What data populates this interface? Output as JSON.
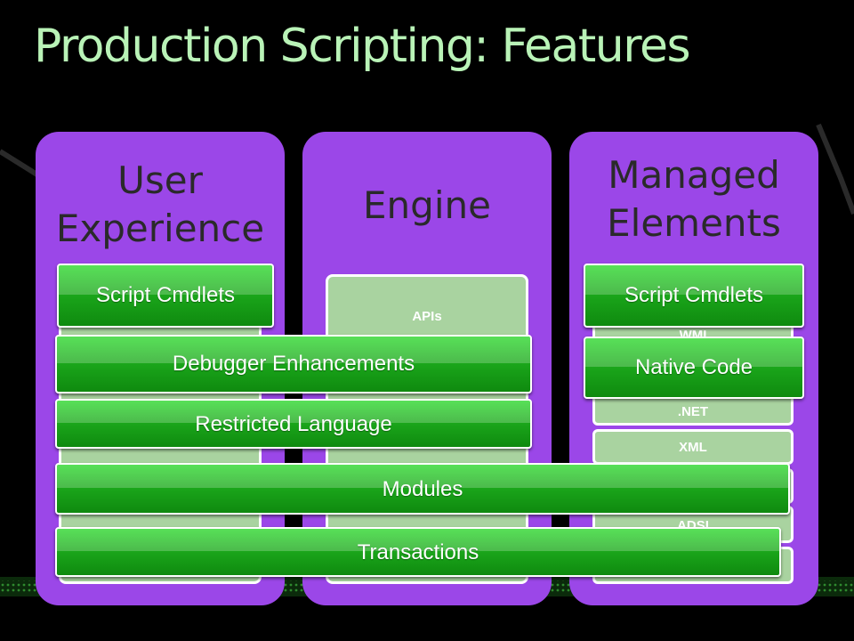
{
  "slide": {
    "title": "Production Scripting: Features"
  },
  "columns": [
    {
      "header_line1": "User",
      "header_line2": "Experience",
      "stack_items": []
    },
    {
      "header": "Engine",
      "stack_items": [
        "APIs"
      ]
    },
    {
      "header_line1": "Managed",
      "header_line2": "Elements",
      "stack_items": [
        "WMI",
        ".NET",
        "XML",
        "ADSI"
      ]
    }
  ],
  "features": {
    "script_cmdlets_left": "Script Cmdlets",
    "script_cmdlets_right": "Script Cmdlets",
    "debugger": "Debugger Enhancements",
    "native_code": "Native Code",
    "restricted": "Restricted Language",
    "modules": "Modules",
    "transactions": "Transactions"
  },
  "colors": {
    "background": "#000000",
    "title": "#b9f3b7",
    "column": "#9b47e8",
    "feature_pill": "#1aa51a",
    "stack_item": "#a9d3a0"
  }
}
